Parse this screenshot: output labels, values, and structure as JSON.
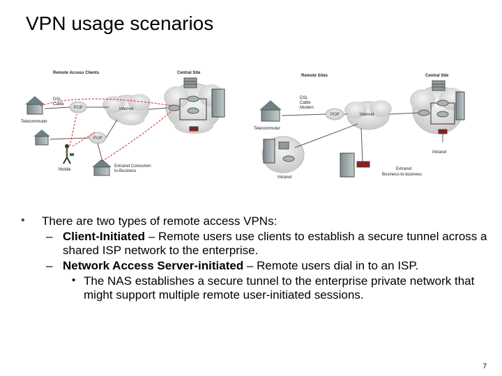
{
  "title": "VPN usage scenarios",
  "diagram": {
    "left": {
      "header_clients": "Remote Access Clients",
      "header_central": "Central Site",
      "dsl": "DSL",
      "cable": "Cable",
      "pop1": "POP",
      "pop2": "POP",
      "internet": "Internet",
      "telecommuter": "Telecommuter",
      "mobile": "Mobile",
      "extranet1": "Extranet Consumer-",
      "extranet2": "to-Business"
    },
    "right": {
      "header_remote": "Remote Sites",
      "header_central": "Central Site",
      "dsl": "DSL",
      "cable": "Cable",
      "modem": "Modem",
      "pop": "POP",
      "internet": "Internet",
      "telecommuter": "Telecommuter",
      "intranet_bottom": "Intranet",
      "intranet_right": "Intranet",
      "extranet1": "Extranet",
      "extranet2": "Business-to-business"
    }
  },
  "bullets": {
    "main": "There are two types of remote access VPNs:",
    "sub1_bold": "Client-Initiated",
    "sub1_text": " – Remote users use clients to establish a secure tunnel across a shared ISP network to the enterprise.",
    "sub2_bold": "Network Access Server-initiated",
    "sub2_text": " – Remote users dial in to an ISP.",
    "sub3_text": "The NAS establishes a secure tunnel to the enterprise private network that might support multiple remote user-initiated sessions.",
    "mark1": "•",
    "mark2": "–",
    "mark3": "•"
  },
  "page_number": "7"
}
